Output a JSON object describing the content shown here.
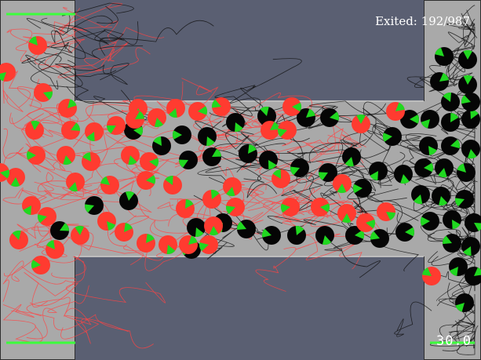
{
  "hud": {
    "exited_label": "Exited:",
    "exited_count": "192",
    "total_count": "987",
    "timer": "30.0"
  },
  "colors": {
    "background": "#5a5f72",
    "floor": "#a9a9a9",
    "wall_edge": "#2f2f2f",
    "exit_marker": "#3cff3c",
    "agent_red": "#ff3b30",
    "agent_black": "#050505",
    "heading": "#20d820",
    "trail_red": "#ff4444",
    "trail_black": "#111111"
  },
  "agent_types": [
    "red",
    "black"
  ],
  "icons": [
    "agent-disc-icon",
    "heading-wedge-icon",
    "exit-marker-icon"
  ]
}
